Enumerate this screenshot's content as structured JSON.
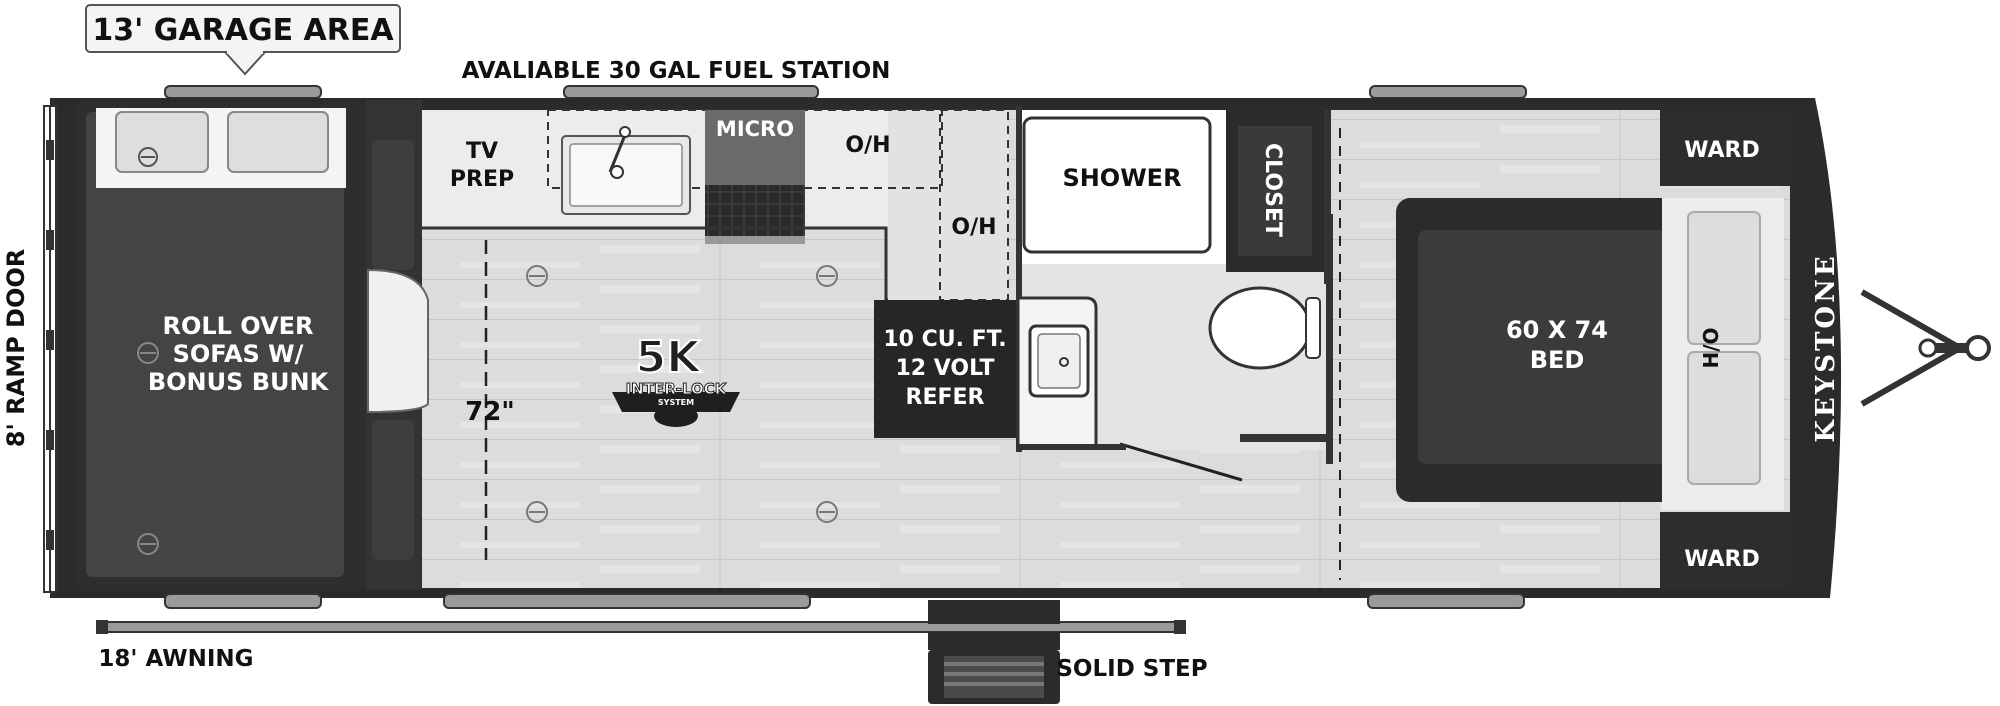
{
  "diagram": {
    "colors": {
      "wall": "#2b2b2b",
      "floor": "#dcdcdc",
      "counter": "#ececec",
      "cabinet": "#e2e2e2",
      "dark_block": "#2a2a2a",
      "sofa_dark": "#3a3a3a",
      "bed_dark": "#333333"
    },
    "callouts": {
      "garage_area": "13' GARAGE AREA",
      "fuel_station": "AVALIABLE 30 GAL FUEL STATION",
      "ramp_door": "8' RAMP DOOR",
      "awning": "18' AWNING",
      "solid_step": "SOLID STEP"
    },
    "rooms": {
      "sofa_line1": "ROLL OVER",
      "sofa_line2": "SOFAS W/",
      "sofa_line3": "BONUS BUNK",
      "tv_line1": "TV",
      "tv_line2": "PREP",
      "micro": "MICRO",
      "oh_top": "O/H",
      "oh_side": "O/H",
      "refer_line1": "10 CU. FT.",
      "refer_line2": "12 VOLT",
      "refer_line3": "REFER",
      "shower": "SHOWER",
      "closet": "CLOSET",
      "width_dim": "72\"",
      "ward_top": "WARD",
      "ward_bottom": "WARD",
      "bed_line1": "60 X 74",
      "bed_line2": "BED",
      "headboard": "H/O",
      "brand": "KEYSTONE"
    },
    "logo": {
      "big": "5K",
      "mid": "INTER-LOCK",
      "small": "SYSTEM"
    }
  }
}
